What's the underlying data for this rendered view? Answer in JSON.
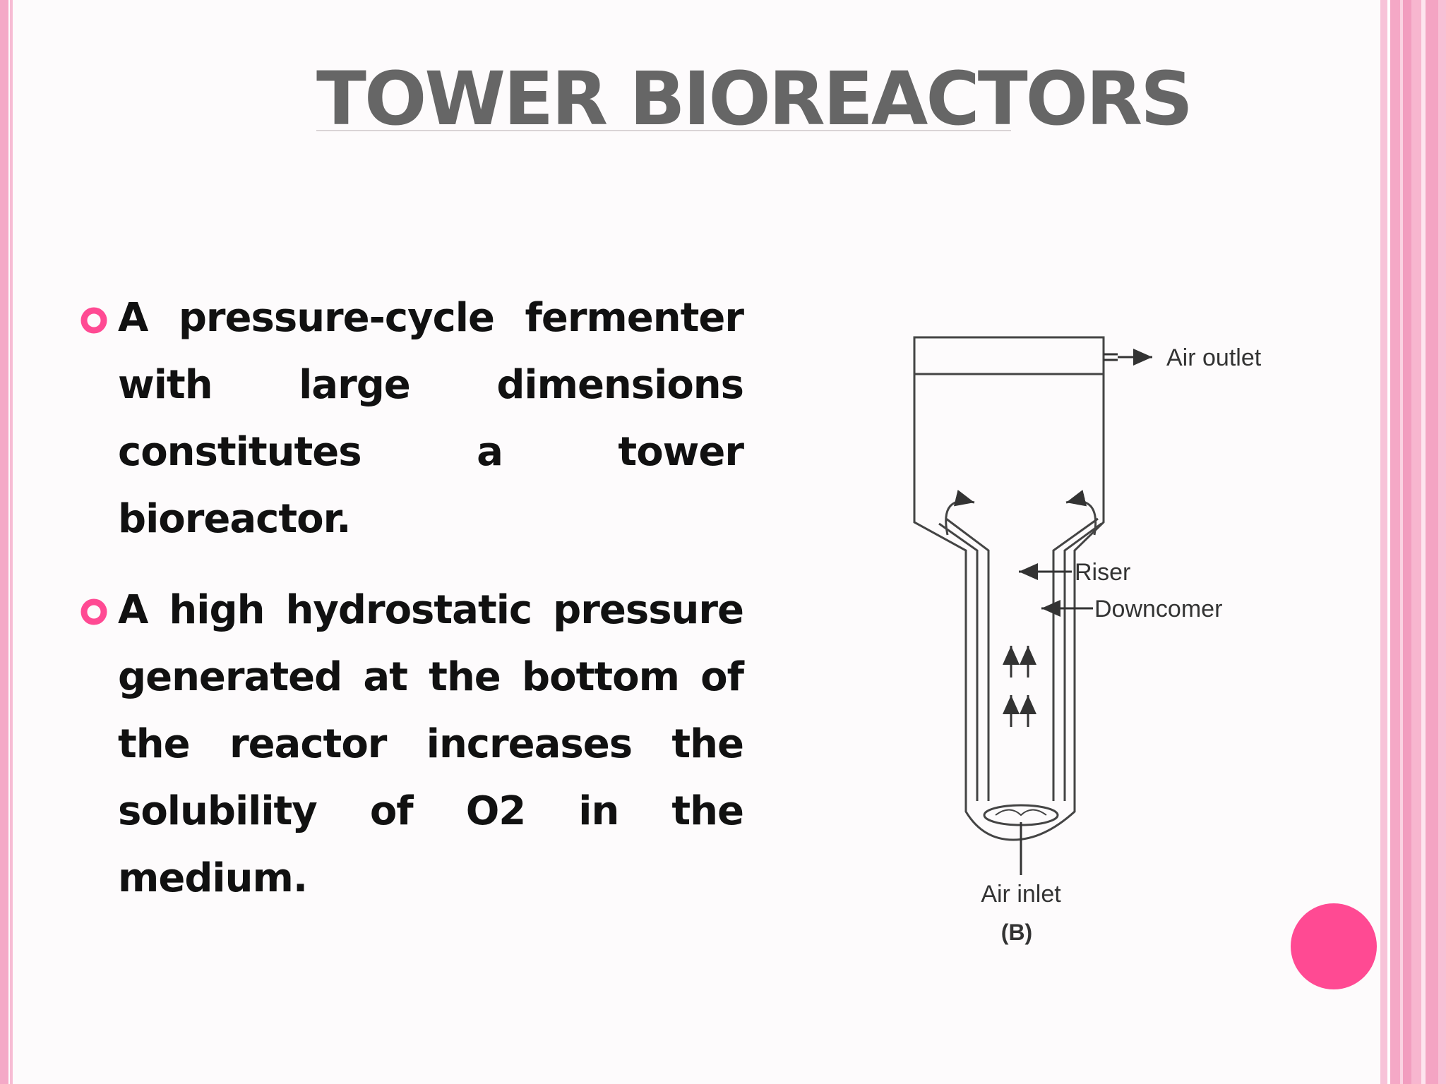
{
  "slide": {
    "title": "TOWER BIOREACTORS",
    "bullets": [
      {
        "text": "A pressure-cycle fermenter with large dimensions constitutes a tower bioreactor."
      },
      {
        "text": "A high hydrostatic pressure generated at the bottom of the reactor increases the solubility of O2 in the medium."
      }
    ],
    "diagram": {
      "labels": {
        "air_outlet": "Air outlet",
        "riser": "Riser",
        "downcomer": "Downcomer",
        "air_inlet": "Air inlet",
        "figure_id": "(B)"
      }
    }
  },
  "colors": {
    "accent": "#ff4a93",
    "title": "#666666",
    "text": "#111111",
    "border": "#f4a9c7"
  },
  "icons": {
    "bullet": "ring-bullet-icon",
    "decoration": "pink-dot"
  }
}
